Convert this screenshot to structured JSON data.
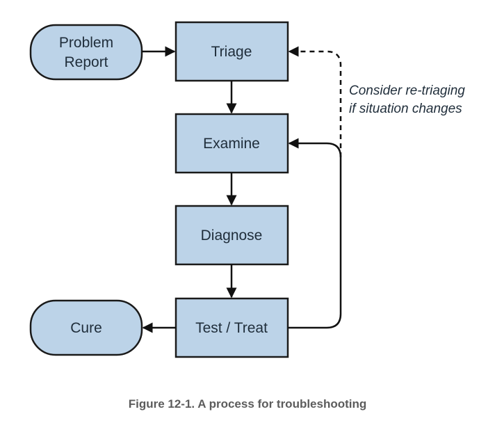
{
  "diagram": {
    "nodes": {
      "problem_report": {
        "line1": "Problem",
        "line2": "Report"
      },
      "triage": "Triage",
      "examine": "Examine",
      "diagnose": "Diagnose",
      "test_treat": "Test / Treat",
      "cure": "Cure"
    },
    "note": {
      "line1": "Consider re-triaging",
      "line2": "if situation changes"
    }
  },
  "caption": "Figure 12-1. A process for troubleshooting",
  "colors": {
    "node_fill": "#bcd3e8",
    "node_stroke": "#1a1a1a",
    "arrow": "#111111",
    "caption": "#5c5c5c"
  }
}
